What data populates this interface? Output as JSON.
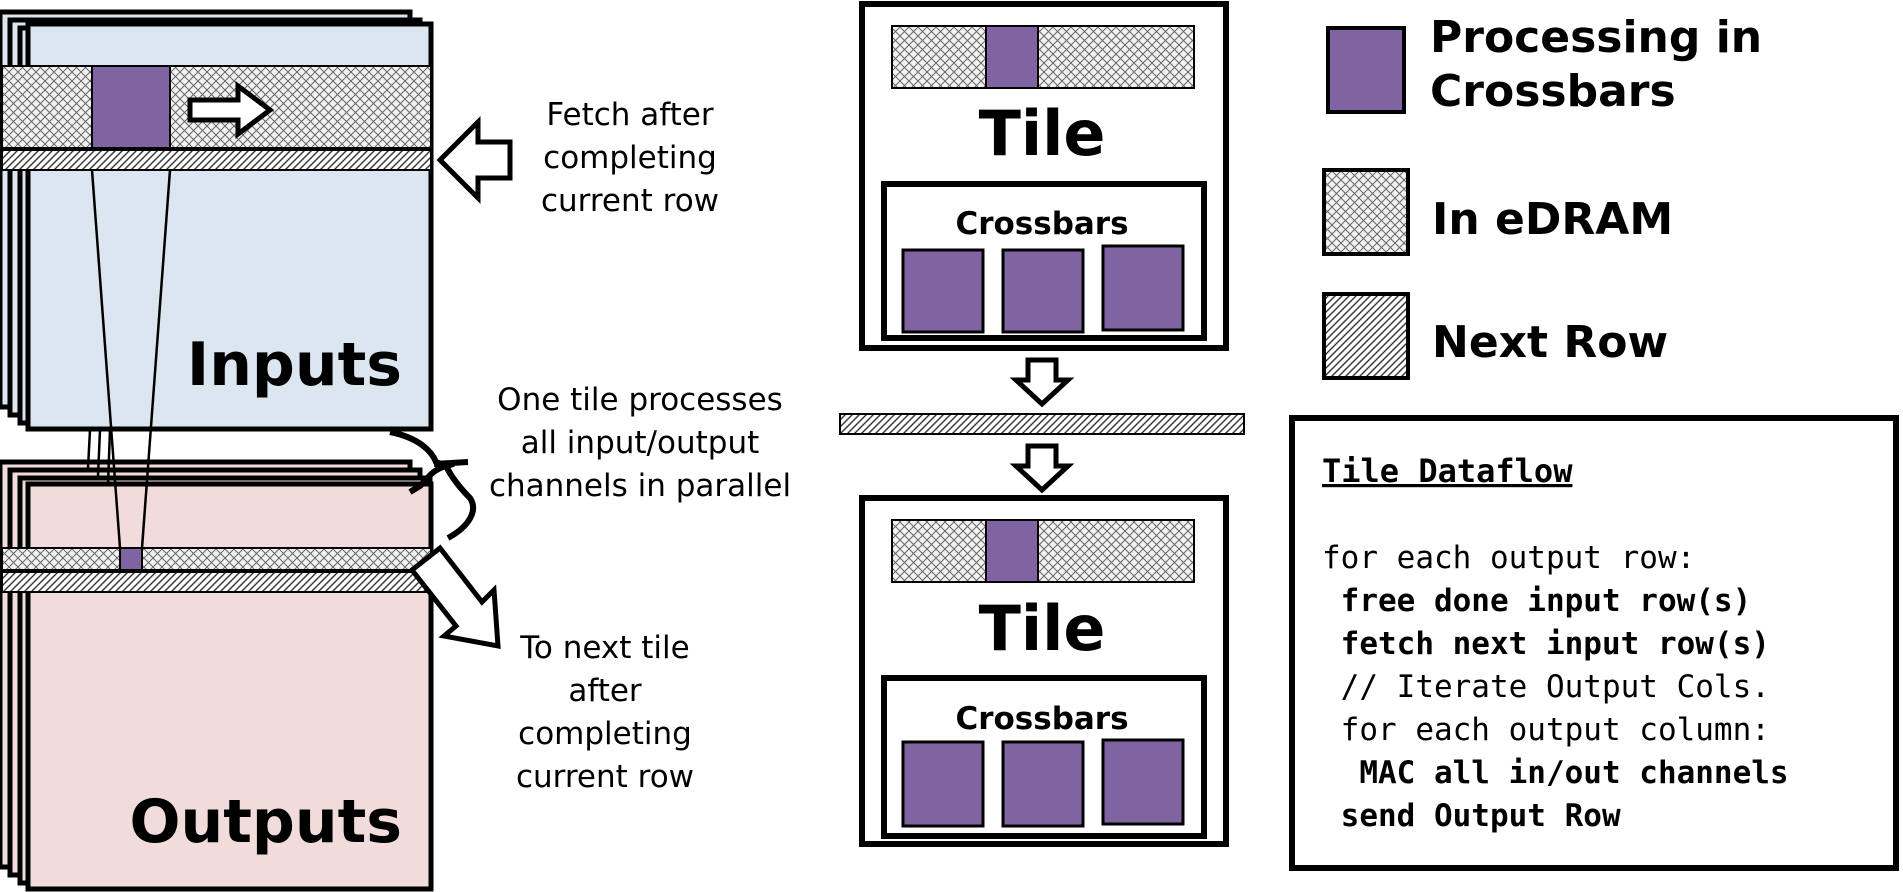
{
  "colors": {
    "inputs_fill": "#dce6f1",
    "outputs_fill": "#f2dcdb",
    "crossbar_purple": "#8064a2",
    "hatch_bg": "#f0f0f0",
    "stroke": "#000000"
  },
  "left": {
    "inputs_label": "Inputs",
    "outputs_label": "Outputs",
    "fetch_note": [
      "Fetch after",
      "completing",
      "current row"
    ],
    "parallel_note": [
      "One tile processes",
      "all input/output",
      "channels in parallel"
    ],
    "next_tile_note": [
      "To next tile",
      "after",
      "completing",
      "current row"
    ]
  },
  "tiles": [
    {
      "title": "Tile",
      "crossbars_label": "Crossbars"
    },
    {
      "title": "Tile",
      "crossbars_label": "Crossbars"
    }
  ],
  "legend": [
    {
      "icon": "purple-square",
      "lines": [
        "Processing in",
        "Crossbars"
      ]
    },
    {
      "icon": "crosshatch-square",
      "lines": [
        "In eDRAM"
      ]
    },
    {
      "icon": "diagonal-hatch-square",
      "lines": [
        "Next Row"
      ]
    }
  ],
  "dataflow": {
    "title": "Tile Dataflow",
    "lines": [
      {
        "text": "for each output row:",
        "bold": false
      },
      {
        "text": " free done input row(s)",
        "bold": true
      },
      {
        "text": " fetch next input row(s)",
        "bold": true
      },
      {
        "text": " // Iterate Output Cols.",
        "bold": false
      },
      {
        "text": " for each output column:",
        "bold": false
      },
      {
        "text": "  MAC all in/out channels",
        "bold": true
      },
      {
        "text": " send Output Row",
        "bold": true
      }
    ]
  }
}
